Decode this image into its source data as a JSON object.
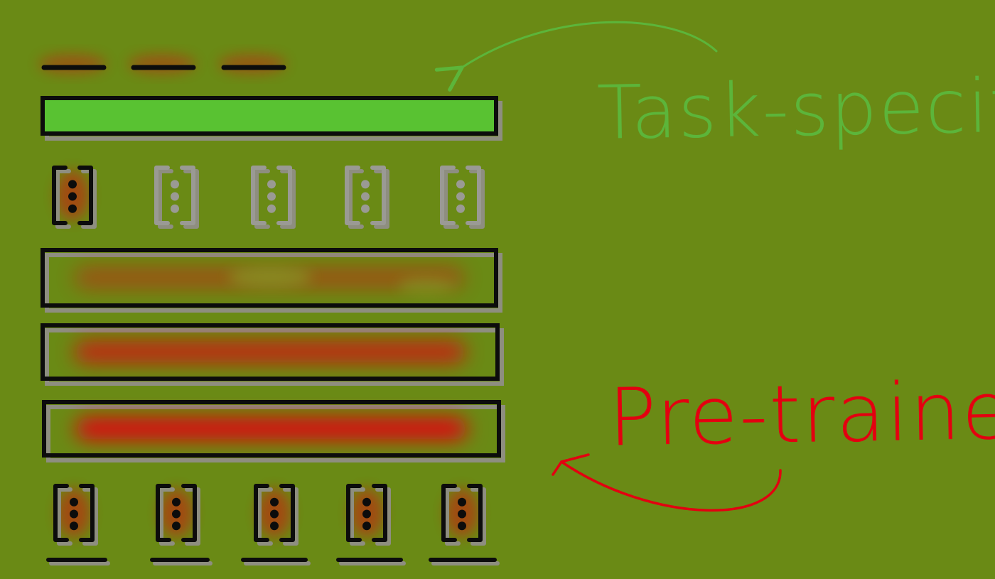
{
  "labels": {
    "task_specific": "Task-specific",
    "pretrained": "Pre-trained"
  },
  "colors": {
    "background": "#6a8a15",
    "task_specific": "#5cb53a",
    "pretrained": "#e30010",
    "bright_bar_fill": "#59c232",
    "outline": "#0c0c0c",
    "shadow": "#8e8e80",
    "gray_bracket": "#9a9a94"
  },
  "diagram": {
    "input_token_count": 5,
    "output_token_count": 3,
    "layers_bottom_to_top": [
      {
        "role": "pre-trained",
        "red_glow": 1.0,
        "green_glow": 0.0
      },
      {
        "role": "pre-trained",
        "red_glow": 0.75,
        "green_glow": 0.0
      },
      {
        "role": "pre-trained",
        "red_glow": 0.4,
        "green_glow": 0.35
      },
      {
        "role": "task-specific",
        "red_glow": 0.0,
        "green_glow": 1.0
      }
    ],
    "upper_vectors_highlighted": [
      true,
      false,
      false,
      false,
      false
    ]
  }
}
